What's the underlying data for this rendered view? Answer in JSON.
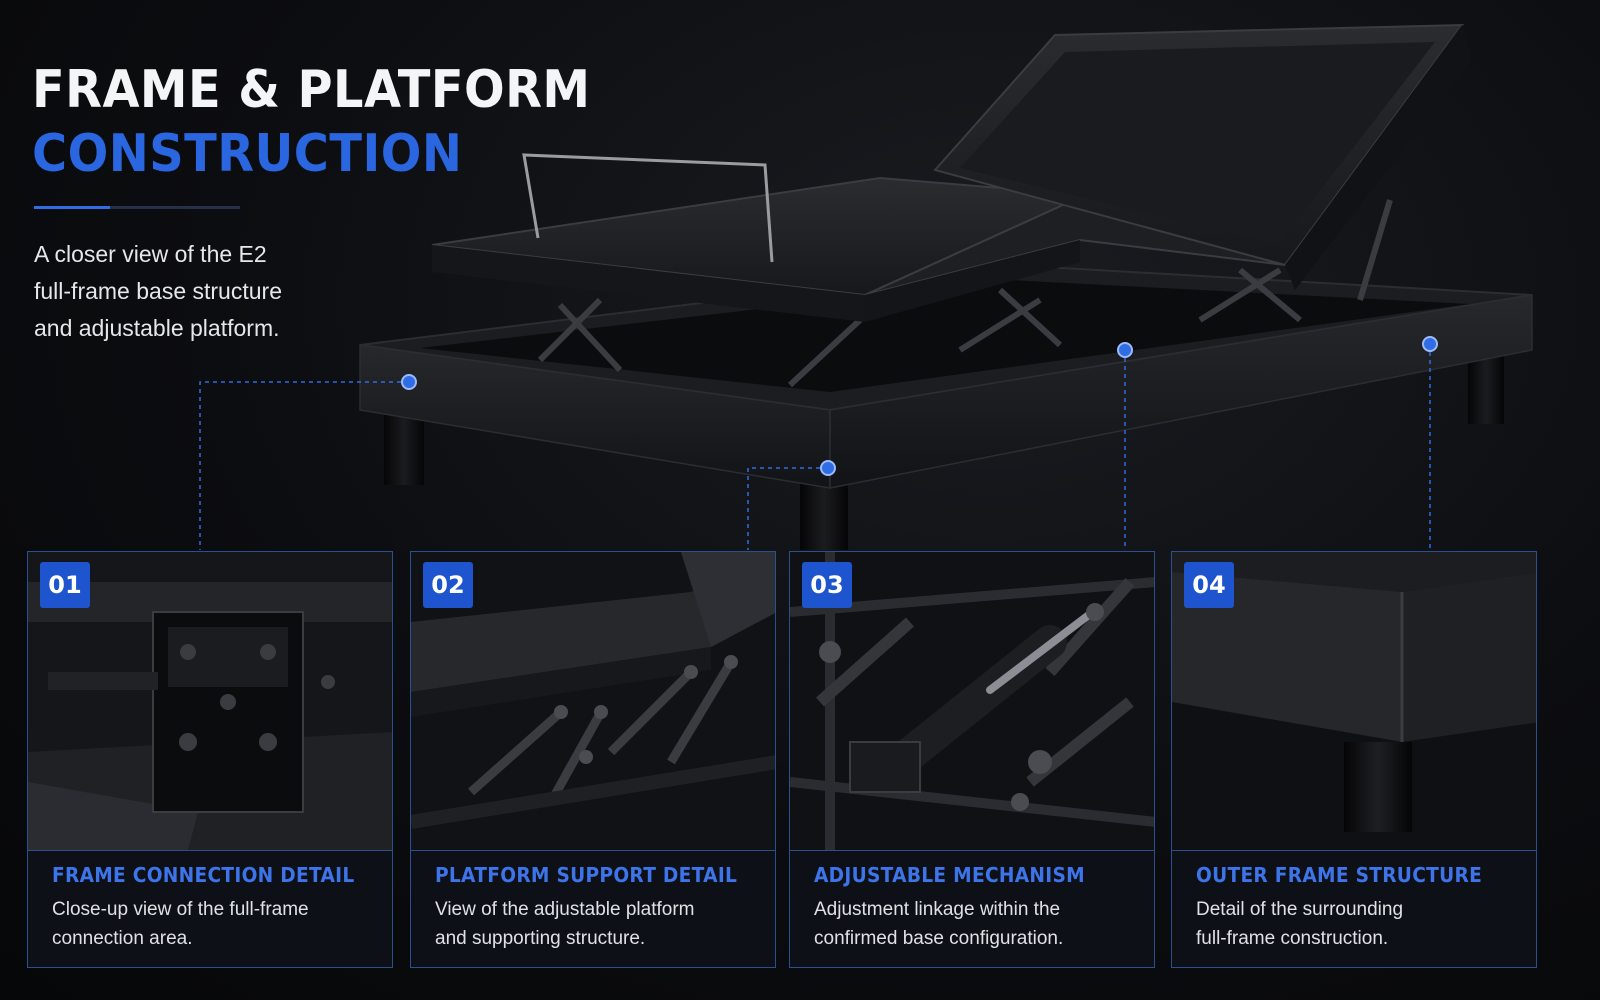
{
  "header": {
    "title_line1": "FRAME & PLATFORM",
    "title_line2": "CONSTRUCTION",
    "intro_line1": "A closer view of the E2",
    "intro_line2": "full-frame base structure",
    "intro_line3": "and adjustable platform."
  },
  "details": [
    {
      "number": "01",
      "title": "FRAME CONNECTION DETAIL",
      "desc_line1": "Close-up view of the full-frame",
      "desc_line2": "connection area."
    },
    {
      "number": "02",
      "title": "PLATFORM SUPPORT DETAIL",
      "desc_line1": "View of the adjustable platform",
      "desc_line2": "and supporting structure."
    },
    {
      "number": "03",
      "title": "ADJUSTABLE MECHANISM",
      "desc_line1": "Adjustment linkage within the",
      "desc_line2": "confirmed base configuration."
    },
    {
      "number": "04",
      "title": "OUTER FRAME STRUCTURE",
      "desc_line1": "Detail of the surrounding",
      "desc_line2": "full-frame construction."
    }
  ],
  "colors": {
    "accent": "#2f6de6",
    "title_blue": "#2a66e0",
    "card_border": "#2c4f8e",
    "background": "#0b0c0f"
  }
}
